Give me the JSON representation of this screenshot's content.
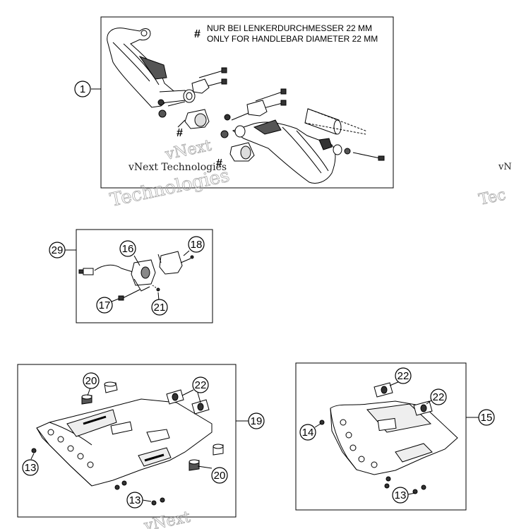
{
  "note": {
    "symbol": "#",
    "line1": "NUR BEI LENKERDURCHMESSER 22 MM",
    "line2": "ONLY FOR HANDLEBAR DIAMETER 22 MM"
  },
  "watermark": {
    "line1": "vNext",
    "line2": "Technologies",
    "caption": "vNext Technologies",
    "edge_fragment": "vN",
    "edge_fragment2": "Tec"
  },
  "callouts": {
    "c1": "1",
    "c29": "29",
    "c16": "16",
    "c18": "18",
    "c17": "17",
    "c21": "21",
    "c20a": "20",
    "c22a": "22",
    "c19": "19",
    "c13a": "13",
    "c20b": "20",
    "c13b": "13",
    "c22b": "22",
    "c22c": "22",
    "c14": "14",
    "c15": "15",
    "c13c": "13"
  },
  "hash_marks": [
    "#",
    "#",
    "#"
  ]
}
